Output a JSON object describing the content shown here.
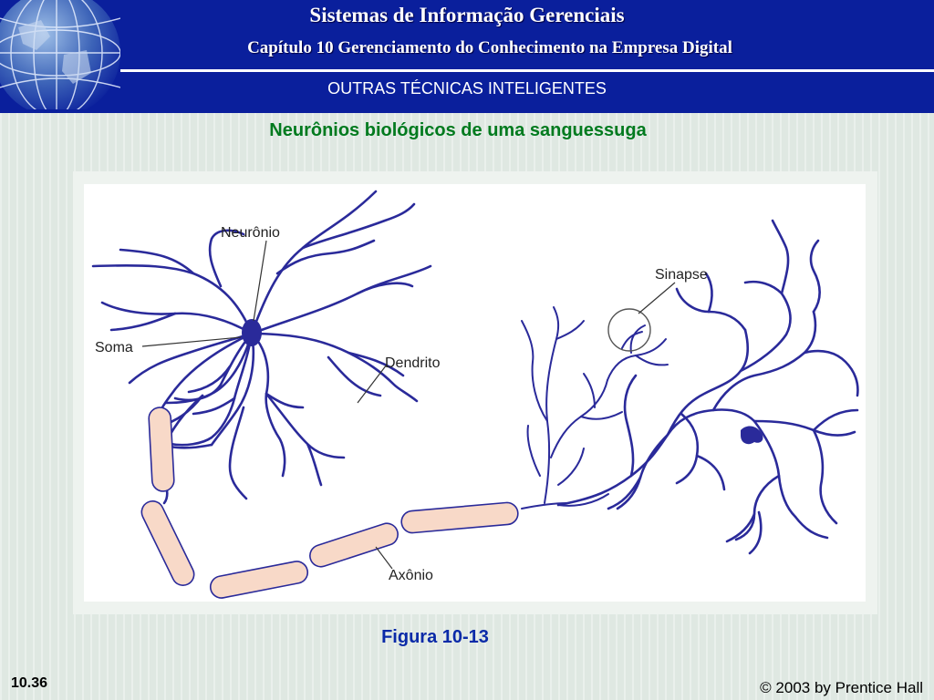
{
  "header": {
    "title": "Sistemas de Informação Gerenciais",
    "subtitle": "Capítulo 10 Gerenciamento do Conhecimento na Empresa Digital",
    "section": "OUTRAS TÉCNICAS INTELIGENTES"
  },
  "slide": {
    "title": "Neurônios biológicos de uma sanguessuga",
    "caption": "Figura 10-13"
  },
  "figure": {
    "labels": {
      "neuron": "Neurônio",
      "soma": "Soma",
      "dendrite": "Dendrito",
      "synapse": "Sinapse",
      "axon": "Axônio"
    }
  },
  "footer": {
    "page_number": "10.36",
    "copyright": "© 2003 by Prentice Hall"
  },
  "colors": {
    "header_bg": "#0a1f9c",
    "neuron_stroke": "#2a2a9a",
    "axon_fill": "#f8d9c8",
    "title_green": "#007a1e",
    "caption_blue": "#0a2aa8"
  }
}
